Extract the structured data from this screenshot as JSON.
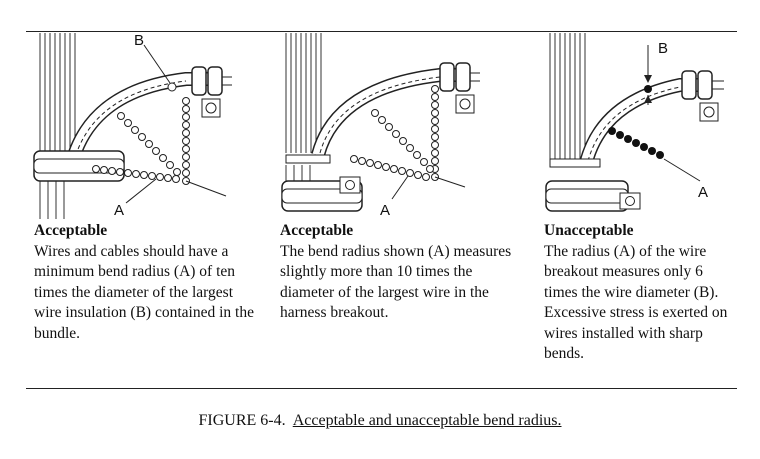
{
  "panels": [
    {
      "label_b": "B",
      "label_a": "A",
      "heading": "Acceptable",
      "text": "Wires and cables should have a minimum bend radius (A) of ten times the diameter of the largest wire insulation (B) contained in the bundle."
    },
    {
      "label_a": "A",
      "heading": "Acceptable",
      "text": "The bend radius shown (A) measures slightly more than 10 times the diameter of the largest wire in the harness breakout."
    },
    {
      "label_b": "B",
      "label_a": "A",
      "heading": "Unacceptable",
      "text": "The radius (A) of the wire breakout measures only 6 times the wire diameter (B). Excessive stress is exerted on wires installed with sharp bends."
    }
  ],
  "figure": {
    "number": "FIGURE 6-4.",
    "title": "Acceptable and unacceptable bend radius."
  },
  "colors": {
    "line": "#222222",
    "fill": "#ffffff",
    "bead_dark": "#111111"
  }
}
